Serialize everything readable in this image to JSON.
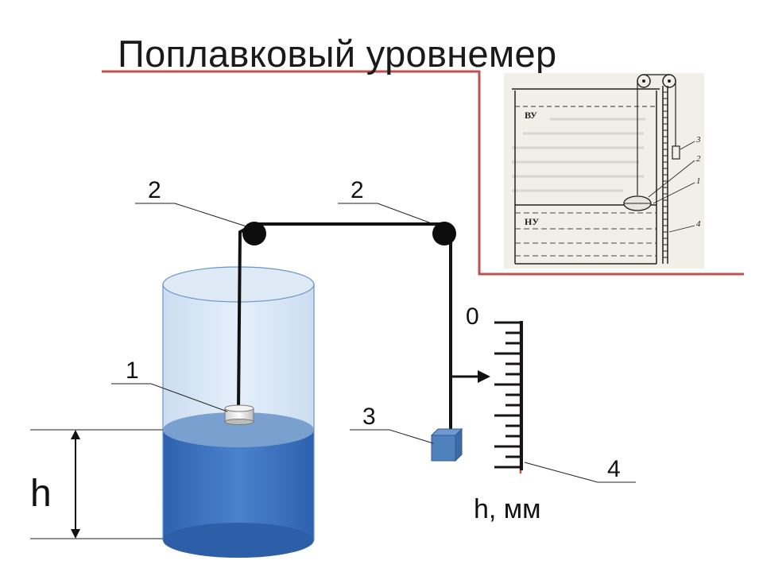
{
  "title": "Поплавковый уровнемер",
  "labels": {
    "float": "1",
    "pulley_left": "2",
    "pulley_right": "2",
    "counterweight": "3",
    "scale": "4",
    "scale_zero": "0",
    "level": "h",
    "scale_unit": "h, мм"
  },
  "inset": {
    "upper_level": "ВУ",
    "lower_level": "НУ",
    "callouts": [
      "3",
      "2",
      "1",
      "4"
    ]
  },
  "colors": {
    "accent_line": "#c0504d",
    "water": "#3a6fbf",
    "tank": "#d6e6f5",
    "counterweight": "#4f81bd"
  }
}
